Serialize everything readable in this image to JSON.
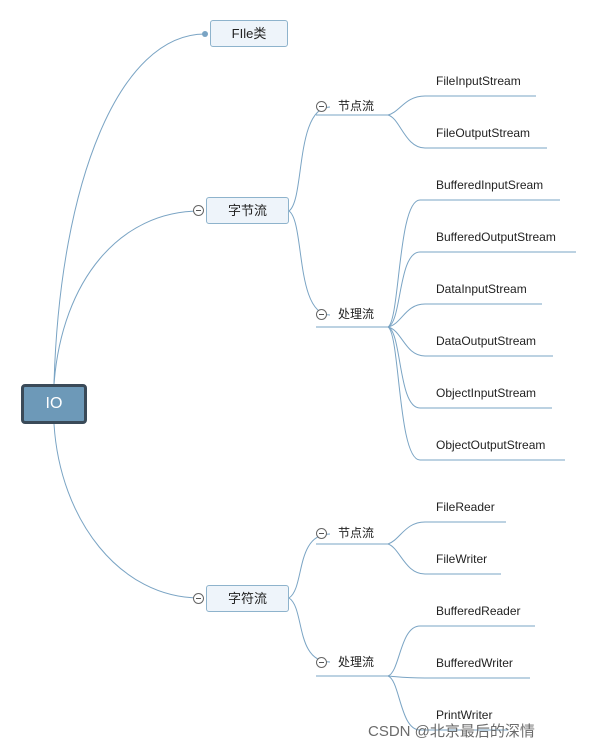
{
  "root": {
    "label": "IO"
  },
  "file": {
    "label": "FIle类"
  },
  "byte_stream": {
    "label": "字节流",
    "node_stream": {
      "label": "节点流",
      "items": [
        "FileInputStream",
        "FileOutputStream"
      ]
    },
    "processing_stream": {
      "label": "处理流",
      "items": [
        "BufferedInputSream",
        "BufferedOutputStream",
        "DataInputStream",
        "DataOutputStream",
        "ObjectInputStream",
        "ObjectOutputStream"
      ]
    }
  },
  "char_stream": {
    "label": "字符流",
    "node_stream": {
      "label": "节点流",
      "items": [
        "FileReader",
        "FileWriter"
      ]
    },
    "processing_stream": {
      "label": "处理流",
      "items": [
        "BufferedReader",
        "BufferedWriter",
        "PrintWriter"
      ]
    }
  },
  "watermark": "CSDN @北京最后的深情",
  "colors": {
    "link": "#7aa4c4",
    "root_fill": "#6d99b8",
    "root_border": "#3a4a58",
    "box_fill": "#eef4fa"
  }
}
